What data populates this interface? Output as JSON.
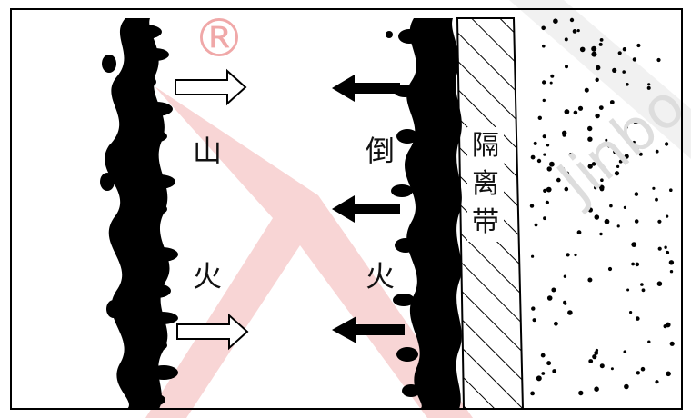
{
  "labels": {
    "mountain_fire_top": "山",
    "mountain_fire_bottom": "火",
    "backfire_top": "倒",
    "backfire_bottom": "火",
    "firebreak_chars": [
      "隔",
      "离",
      "带"
    ]
  },
  "watermark": {
    "registered_mark": "®",
    "brand_text": "Jinbo",
    "brand_chinese": "火"
  },
  "colors": {
    "fire_front": "#000000",
    "hatch": "#000000",
    "arrow_outline": "#000000",
    "watermark_red": "#e8a0a0",
    "watermark_gray": "#dcdcdc",
    "frame": "#000000"
  },
  "arrows": {
    "mountain_fire_direction": "right",
    "backfire_direction": "left"
  }
}
